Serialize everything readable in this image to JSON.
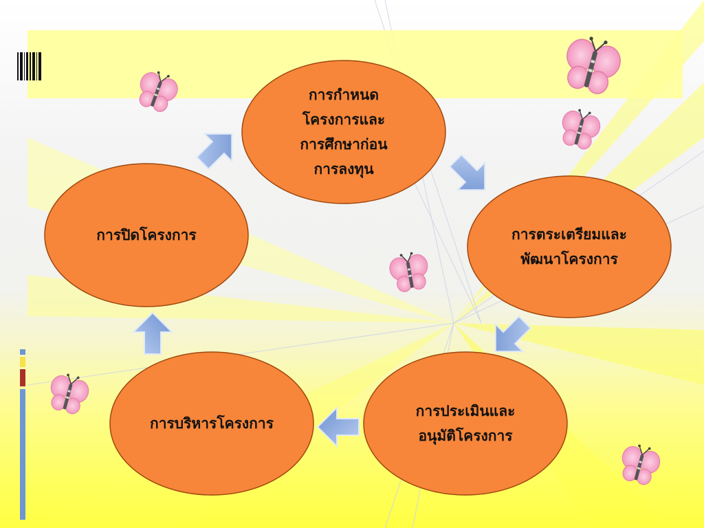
{
  "colors": {
    "band": "#ffff9a",
    "ellipse_fill": "#f7863a",
    "ellipse_stroke": "#a0480e",
    "arrow_fill": "#8aa8dc",
    "arrow_stroke": "#dfe9f8",
    "butterfly_wing": "#f7a8c8",
    "accent_blue": "#6f96d4",
    "accent_yellow": "#f6e24a",
    "accent_red": "#a8322a"
  },
  "cycle": {
    "stages": [
      {
        "id": "initiation",
        "text": "การกำหนด\nโครงการและ\nการศึกษาก่อน\nการลงทุน"
      },
      {
        "id": "preparation",
        "text": "การตระเตรียมและ\nพัฒนาโครงการ"
      },
      {
        "id": "appraisal",
        "text": "การประเมินและ\nอนุมัติโครงการ"
      },
      {
        "id": "management",
        "text": "การบริหารโครงการ"
      },
      {
        "id": "closure",
        "text": "การปิดโครงการ"
      }
    ]
  },
  "decor": {
    "icons": [
      "barcode-icon",
      "butterfly-icon"
    ]
  }
}
